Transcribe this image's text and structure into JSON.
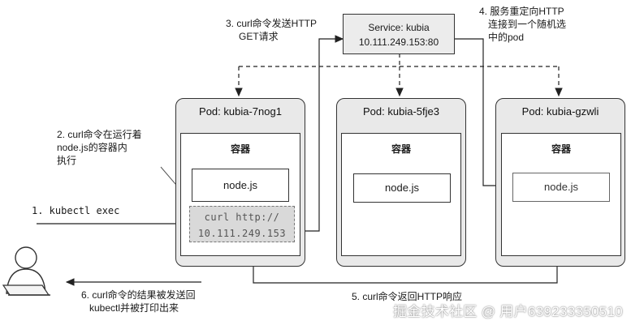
{
  "service": {
    "title": "Service: kubia",
    "ip": "10.111.249.153:80"
  },
  "pods": [
    {
      "title": "Pod: kubia-7nog1",
      "container_label": "容器",
      "app_label": "node.js"
    },
    {
      "title": "Pod: kubia-5fje3",
      "container_label": "容器",
      "app_label": "node.js"
    },
    {
      "title": "Pod: kubia-gzwli",
      "container_label": "容器",
      "app_label": "node.js"
    }
  ],
  "curl_box": {
    "line1": "curl http://",
    "line2": "10.111.249.153"
  },
  "steps": {
    "step1": "1. kubectl exec",
    "step2": [
      "2. curl命令在运行着",
      "node.js的容器内",
      "执行"
    ],
    "step3": [
      "3. curl命令发送HTTP",
      "GET请求"
    ],
    "step4": [
      "4. 服务重定向HTTP",
      "连接到一个随机选",
      "中的pod"
    ],
    "step5": "5. curl命令返回HTTP响应",
    "step6": [
      "6. curl命令的结果被发送回",
      "kubectl并被打印出来"
    ]
  },
  "watermark": "掘金技术社区 @ 用户639233350510",
  "colors": {
    "pod_fill": "#e9e9e9",
    "service_fill": "#ececec",
    "curl_fill": "#d9d9d9",
    "line": "#222222"
  }
}
